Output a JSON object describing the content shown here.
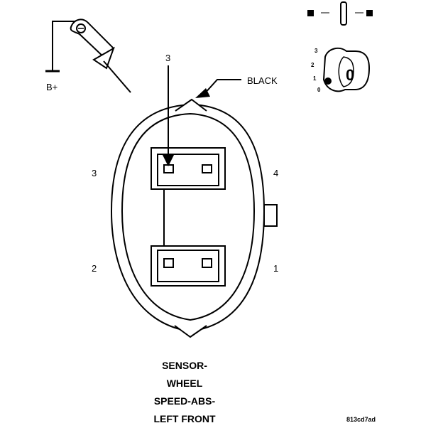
{
  "battery": {
    "label": "B+"
  },
  "callouts": {
    "terminal_pointer": "3",
    "wire_color": "BLACK"
  },
  "pins": [
    "1",
    "2",
    "3",
    "4"
  ],
  "ignition_key": {
    "positions": [
      "0",
      "1",
      "2",
      "3"
    ],
    "selected": "0"
  },
  "caption": {
    "lines": [
      "SENSOR-",
      "WHEEL",
      "SPEED-ABS-",
      "LEFT FRONT"
    ]
  },
  "figure_code": "813cd7ad"
}
